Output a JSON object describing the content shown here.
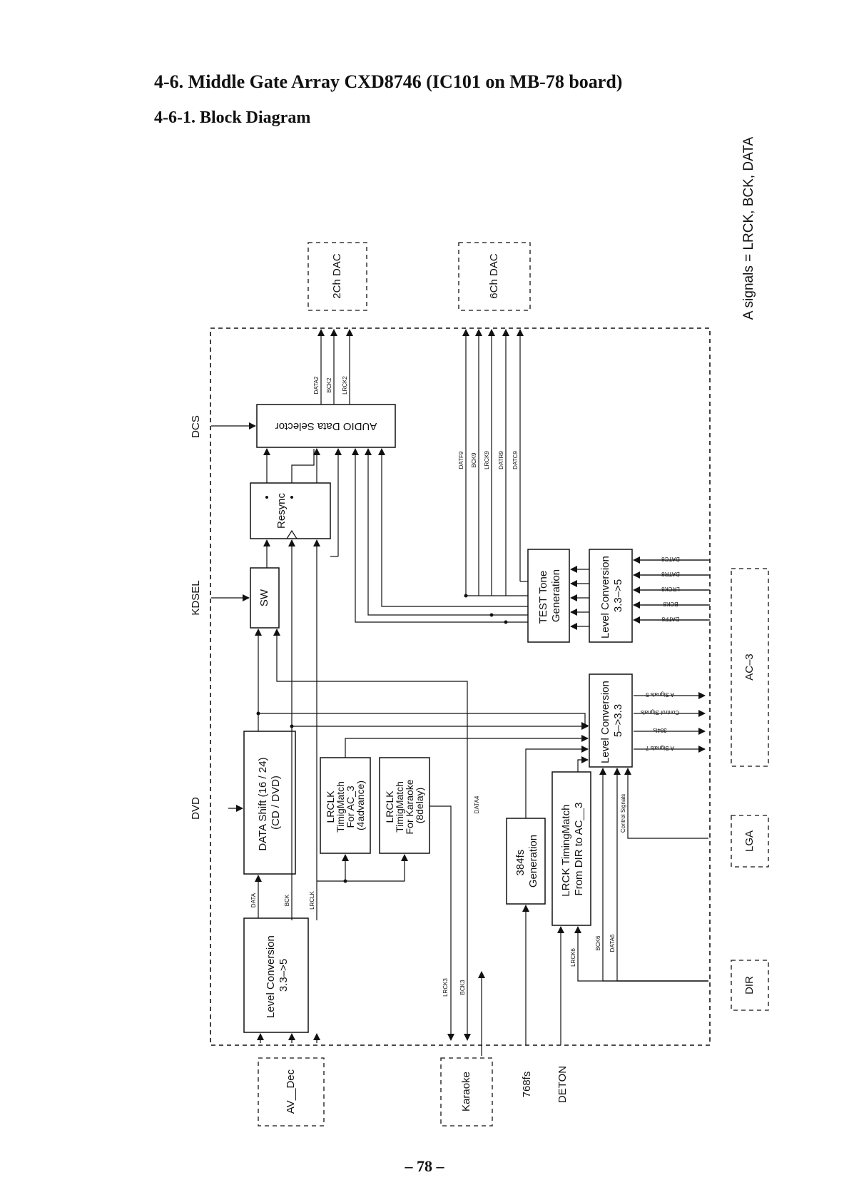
{
  "page": {
    "title": "4-6. Middle Gate Array CXD8746 (IC101 on MB-78 board)",
    "subtitle": "4-6-1. Block Diagram",
    "page_number": "– 78 –",
    "note": "A signals = LRCK, BCK, DATA"
  },
  "external": {
    "dac2": "2Ch DAC",
    "dac6": "6Ch DAC",
    "ac3": "AC–3",
    "lga": "LGA",
    "dir": "DIR",
    "av_dec": "AV__Dec",
    "karaoke": "Karaoke"
  },
  "inputs": {
    "dcs": "DCS",
    "kdsel": "KDSEL",
    "dvd": "DVD",
    "fs768": "768fs",
    "deton": "DETON"
  },
  "blocks": {
    "audio_selector": "AUDIO Data Selector",
    "resync": "Resync",
    "sw": "SW",
    "data_shift": [
      "DATA  Shift  (16 / 24)",
      "(CD / DVD)"
    ],
    "lrclk_ac3": [
      "LRCLK",
      "TimigMatch",
      "For AC_3",
      "(4advance)"
    ],
    "lrclk_karaoke": [
      "LRCLK",
      "TimigMatch",
      "For Karaoke",
      "(8delay)"
    ],
    "level_conv_in": [
      "Level Conversion",
      "3.3–>5"
    ],
    "gen_384": [
      "384fs",
      "Generation"
    ],
    "lrck_timing": [
      "LRCK TimingMatch",
      "From DIR to AC__3"
    ],
    "test_tone": [
      "TEST Tone",
      "Generation"
    ],
    "level_conv_35": [
      "Level Conversion",
      "3.3–>5"
    ],
    "level_conv_53": [
      "Level Conversion",
      "5–>3.3"
    ]
  },
  "signals": {
    "data2": "DATA2",
    "bck2": "BCK2",
    "lrck2": "LRCK2",
    "datf9": "DATF9",
    "bck9": "BCK9",
    "lrck9": "LRCK9",
    "datr9": "DATR9",
    "datc9": "DATC9",
    "datc8": "DATC8",
    "datr8": "DATR8",
    "lrck8": "LRCK8",
    "bck8": "BCK8",
    "datf8": "DATF8",
    "asig5": "A Signals 5",
    "ctrl_sig": "Control Signals",
    "s384": "384fs",
    "asig7": "A Signals 7",
    "data": "DATA",
    "bck": "BCK",
    "lrclk": "LRCLK",
    "lrck3": "LRCK3",
    "bck3": "BCK3",
    "data4": "DATA4",
    "lrck6": "LRCK6",
    "bck6": "BCK6",
    "data6": "DATA6",
    "ctrl_sig_lga": "Control Signals"
  }
}
